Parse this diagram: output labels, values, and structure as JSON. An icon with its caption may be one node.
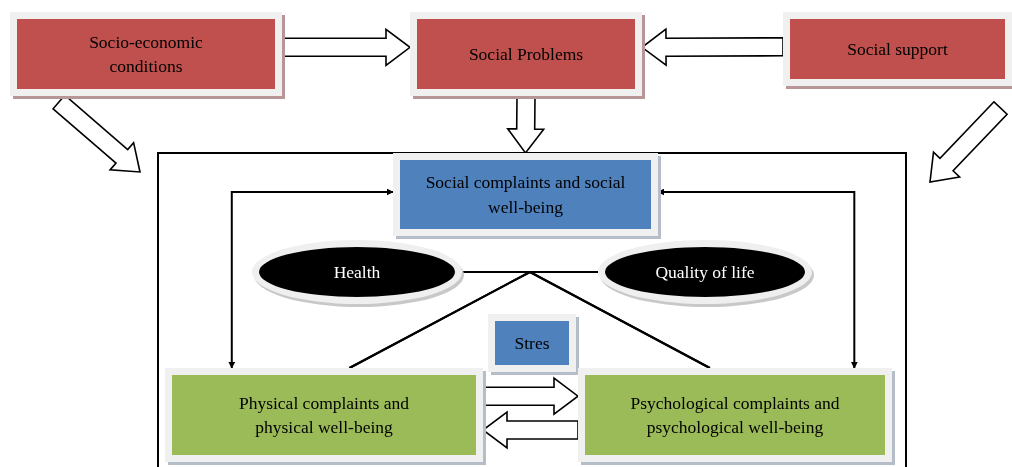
{
  "diagram": {
    "nodes": [
      {
        "text": [
          "Socio-economic conditions"
        ]
      },
      {
        "text": [
          "Social Problems"
        ]
      },
      {
        "text": [
          "Social support"
        ]
      },
      {
        "text": [],
        "shape": "box"
      },
      {
        "text": [
          "Social complaints and social well-being"
        ],
        "in": 3
      },
      {
        "text": [
          "Health"
        ],
        "in": 3
      },
      {
        "text": [
          "Quality of life"
        ],
        "in": 3
      },
      {
        "text": [
          "Stres"
        ],
        "in": 3
      },
      {
        "text": [
          "Physical complaints and physical well-being"
        ],
        "in": 3
      },
      {
        "text": [
          "Psychological complaints and psychological well-being"
        ],
        "in": 3
      }
    ],
    "edges": [
      {
        "from": 0,
        "to": 1,
        "arrow": "to",
        "style": "thick"
      },
      {
        "from": 2,
        "to": 1,
        "arrow": "to",
        "style": "thick"
      },
      {
        "from": 1,
        "to": 4,
        "arrow": "to",
        "style": "thick"
      },
      {
        "from": 0,
        "to": 3,
        "arrow": "to",
        "style": "thick"
      },
      {
        "from": 2,
        "to": 3,
        "arrow": "to",
        "style": "thick"
      },
      {
        "from": 4,
        "to": 8,
        "arrow": "both"
      },
      {
        "from": 4,
        "to": 9,
        "arrow": "both"
      },
      {
        "from": 5,
        "to": 8,
        "arrow": "none"
      },
      {
        "from": 6,
        "to": 8,
        "arrow": "none"
      },
      {
        "from": 5,
        "to": 9,
        "arrow": "none"
      },
      {
        "from": 6,
        "to": 9,
        "arrow": "none"
      },
      {
        "from": 8,
        "to": 9,
        "arrow": "to",
        "style": "thick"
      },
      {
        "from": 9,
        "to": 8,
        "arrow": "to",
        "style": "thick"
      }
    ]
  }
}
